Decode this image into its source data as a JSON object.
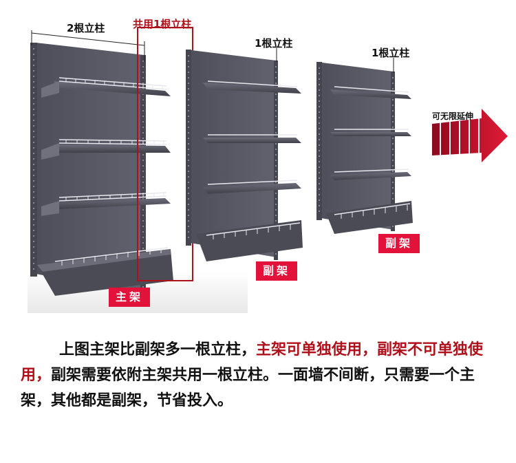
{
  "labels": {
    "two_posts": "2根立柱",
    "shared_post": "共用1根立柱",
    "one_post_a": "1根立柱",
    "one_post_b": "1根立柱",
    "extend": "可无限延伸"
  },
  "badges": {
    "main": "主架",
    "sub_a": "副架",
    "sub_b": "副架"
  },
  "description": {
    "part1": "上图主架比副架多一根立柱，",
    "part2_red": "主架可单独使用，",
    "part3_red": "副架不可单独使用，",
    "part4": "副架需要依附主架共用一根立柱。一面墙不间断，只需要一个主架，其他都是副架，节省投入。"
  },
  "colors": {
    "accent_red": "#e3123a",
    "text_red": "#b0101a",
    "frame_red": "#b0101a",
    "shelf_dark": "#5a5b66",
    "arrow_red": "#c8102e"
  }
}
